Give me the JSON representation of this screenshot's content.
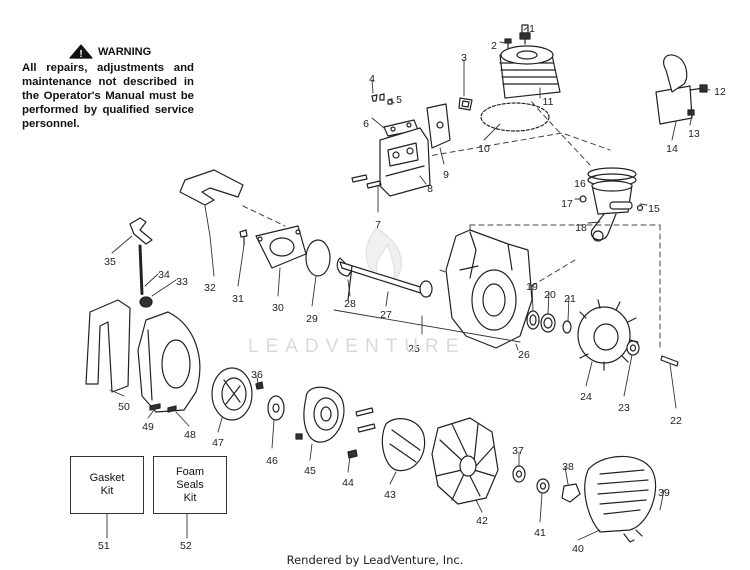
{
  "warning": {
    "title": "WARNING",
    "text": "All repairs, adjustments and maintenance not described in the Operator's Manual must be performed by qualified service personnel."
  },
  "kits": {
    "gasket": {
      "label": "Gasket\nKit",
      "number": "51"
    },
    "foam": {
      "label": "Foam\nSeals\nKit",
      "number": "52"
    }
  },
  "watermark": "LEADVENTURE",
  "footer": "Rendered by LeadVenture, Inc.",
  "callouts": [
    "1",
    "2",
    "3",
    "4",
    "5",
    "6",
    "7",
    "8",
    "9",
    "10",
    "11",
    "12",
    "13",
    "14",
    "15",
    "16",
    "17",
    "18",
    "19",
    "20",
    "21",
    "22",
    "23",
    "24",
    "25",
    "26",
    "27",
    "28",
    "29",
    "30",
    "31",
    "32",
    "33",
    "34",
    "35",
    "36",
    "37",
    "38",
    "39",
    "40",
    "41",
    "42",
    "43",
    "44",
    "45",
    "46",
    "47",
    "48",
    "49",
    "50"
  ]
}
